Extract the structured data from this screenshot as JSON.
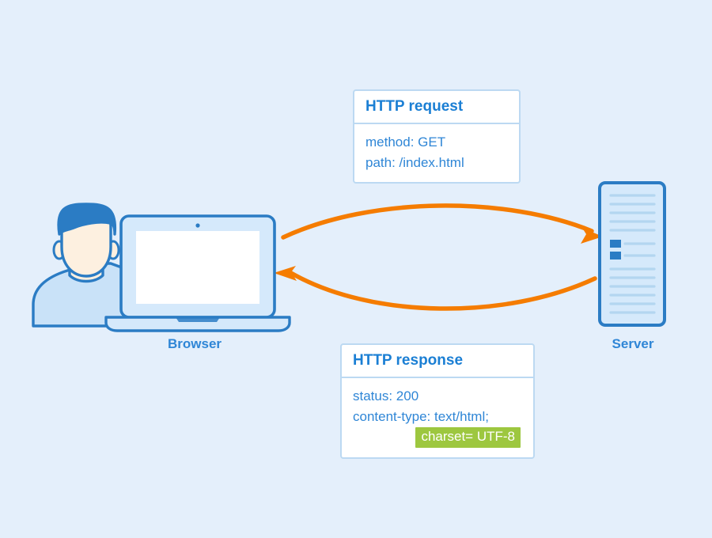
{
  "diagram": {
    "title": "HTTP request and response between Browser and Server",
    "background_color": "#e4effb"
  },
  "request_box": {
    "title": "HTTP request",
    "lines": [
      "method: GET",
      "path: /index.html"
    ]
  },
  "response_box": {
    "title": "HTTP response",
    "lines": [
      "status: 200",
      "content-type: text/html;"
    ],
    "highlighted_line": "charset= UTF-8",
    "highlight_color": "#9dc73f",
    "highlight_text_color": "#ffffff"
  },
  "devices": {
    "browser": {
      "label": "Browser",
      "icon": "laptop-with-user-icon"
    },
    "server": {
      "label": "Server",
      "icon": "server-rack-icon"
    }
  },
  "arrows": {
    "request_arrow": {
      "name": "request-arrow",
      "direction": "browser-to-server",
      "color": "#f57c00"
    },
    "response_arrow": {
      "name": "response-arrow",
      "direction": "server-to-browser",
      "color": "#f57c00"
    }
  },
  "colors": {
    "accent_blue": "#2f86d6",
    "title_blue": "#1b7fd4",
    "stroke_blue": "#2b7cc4",
    "fill_light_blue": "#c9e2f8",
    "fill_pale_blue": "#d5e9fb",
    "skin": "#fdf0e0",
    "orange": "#f57c00",
    "green": "#9dc73f",
    "box_border": "#bcd9f2",
    "white": "#ffffff"
  }
}
